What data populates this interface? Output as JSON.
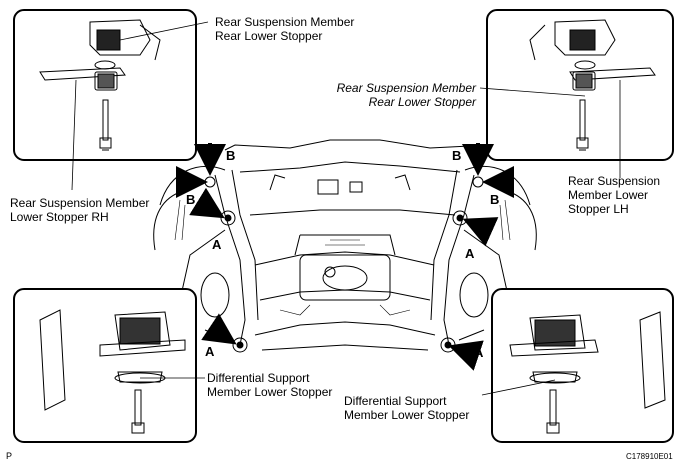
{
  "labels": {
    "top_left_stopper": [
      "Rear Suspension Member",
      "Rear Lower Stopper"
    ],
    "top_right_stopper": [
      "Rear Suspension Member",
      "Rear Lower Stopper"
    ],
    "lower_stopper_rh": [
      "Rear Suspension Member",
      "Lower Stopper RH"
    ],
    "lower_stopper_lh": [
      "Rear Suspension",
      "Member Lower",
      "Stopper LH"
    ],
    "diff_left": [
      "Differential Support",
      "Member Lower Stopper"
    ],
    "diff_right": [
      "Differential Support",
      "Member Lower Stopper"
    ]
  },
  "markers": {
    "a": "A",
    "b": "B"
  },
  "footer": {
    "page_letter": "P",
    "figure_code": "C178910E01"
  }
}
